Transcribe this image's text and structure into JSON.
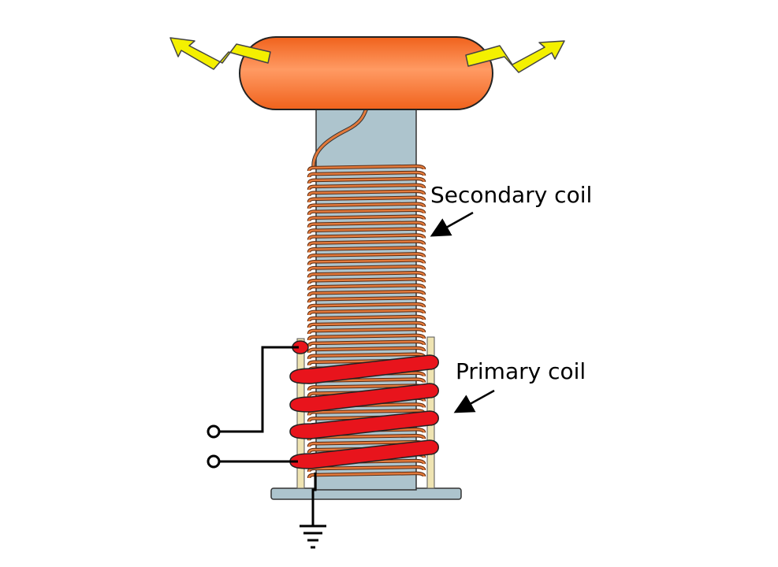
{
  "labels": {
    "secondary_coil": "Secondary coil",
    "primary_coil": "Primary coil"
  },
  "colors": {
    "toroid": "#f26a22",
    "toroid_highlight": "#ff9a63",
    "form": "#adc4cd",
    "secondary_wire": "#e2793b",
    "primary_wire": "#e8141c",
    "support_post": "#efe4b2",
    "spark": "#f4f000",
    "wire": "#000000"
  },
  "counts": {
    "secondary_turns": 50,
    "primary_turns": 4
  }
}
